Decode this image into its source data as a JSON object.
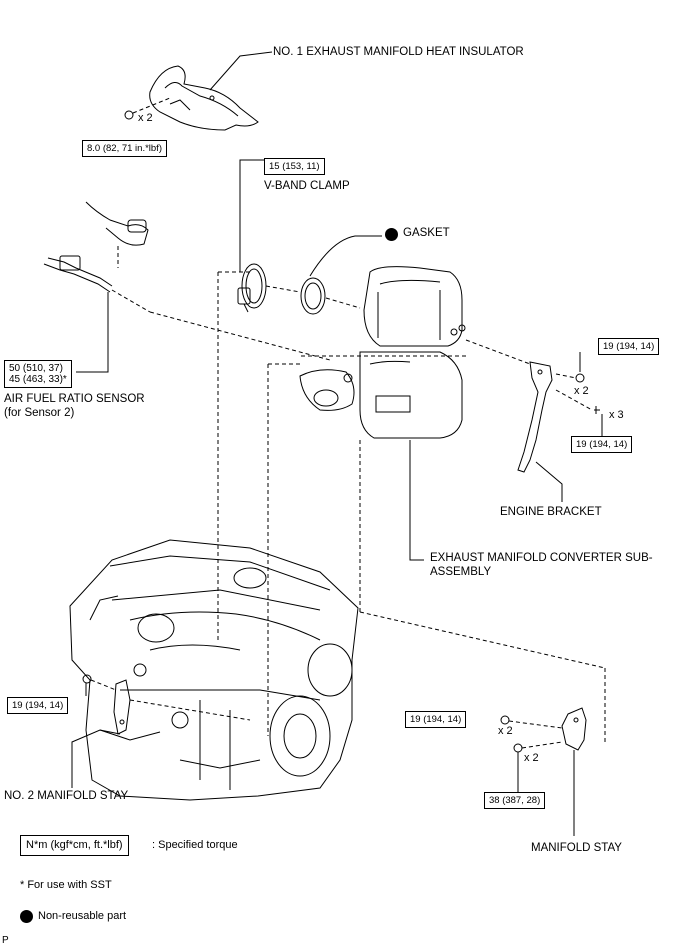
{
  "parts": {
    "heat_insulator": "NO. 1 EXHAUST MANIFOLD HEAT INSULATOR",
    "v_band_clamp": "V-BAND CLAMP",
    "gasket": "GASKET",
    "af_sensor_line1": "AIR FUEL RATIO SENSOR",
    "af_sensor_line2": "(for Sensor 2)",
    "engine_bracket": "ENGINE BRACKET",
    "converter_line1": "EXHAUST MANIFOLD CONVERTER SUB-",
    "converter_line2": "ASSEMBLY",
    "no2_manifold_stay": "NO. 2 MANIFOLD STAY",
    "manifold_stay": "MANIFOLD STAY"
  },
  "torques": {
    "insulator_bolt": "8.0 (82, 71 in.*lbf)",
    "v_band_clamp": "15 (153, 11)",
    "af_sensor_a": "50 (510, 37)",
    "af_sensor_b": "45 (463, 33)*",
    "bracket_nut": "19 (194, 14)",
    "bracket_bolt": "19 (194, 14)",
    "no2_stay_nut": "19 (194, 14)",
    "stay_nut": "19 (194, 14)",
    "stay_bolt": "38 (387, 28)"
  },
  "quantities": {
    "insulator_bolt": "x 2",
    "bracket_nut": "x 2",
    "bracket_bolt": "x 3",
    "stay_nut": "x 2",
    "stay_bolt": "x 2"
  },
  "legend": {
    "unit_box": "N*m (kgf*cm, ft.*lbf)",
    "unit_desc": ": Specified torque",
    "sst_note": "* For use with SST",
    "non_reusable": "Non-reusable part"
  },
  "corner_mark": "P"
}
